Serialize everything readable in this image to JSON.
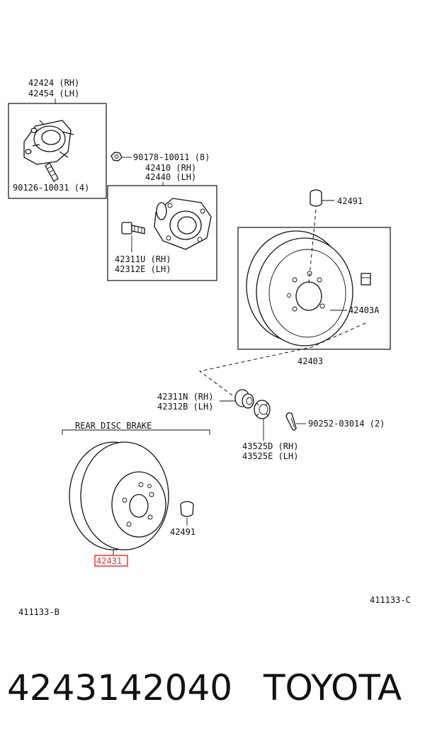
{
  "labels": {
    "hub_rh": "42424 (RH)",
    "hub_lh": "42454 (LH)",
    "stud_bolt": "90126-10031 (4)",
    "nut": "90178-10011 (8)",
    "bearing_rh": "42410 (RH)",
    "bearing_lh": "42440 (LH)",
    "hub_bolt_rh": "42311U (RH)",
    "hub_bolt_lh": "42312E (LH)",
    "plug_top": "42491",
    "drum_clip": "42403A",
    "drum": "42403",
    "bolt_rh": "42311N (RH)",
    "bolt_lh": "42312B (LH)",
    "cotter_pin": "90252-03014 (2)",
    "nut_rh": "43525D (RH)",
    "nut_lh": "43525E (LH)",
    "section_title": "REAR DISC BRAKE",
    "plug_bottom": "42491",
    "disc": "42431",
    "ref_right": "411133-C",
    "ref_left": "411133-B"
  },
  "footer": {
    "part_number": "4243142040",
    "brand": "TOYOTA"
  },
  "highlight_color": "#e53935"
}
